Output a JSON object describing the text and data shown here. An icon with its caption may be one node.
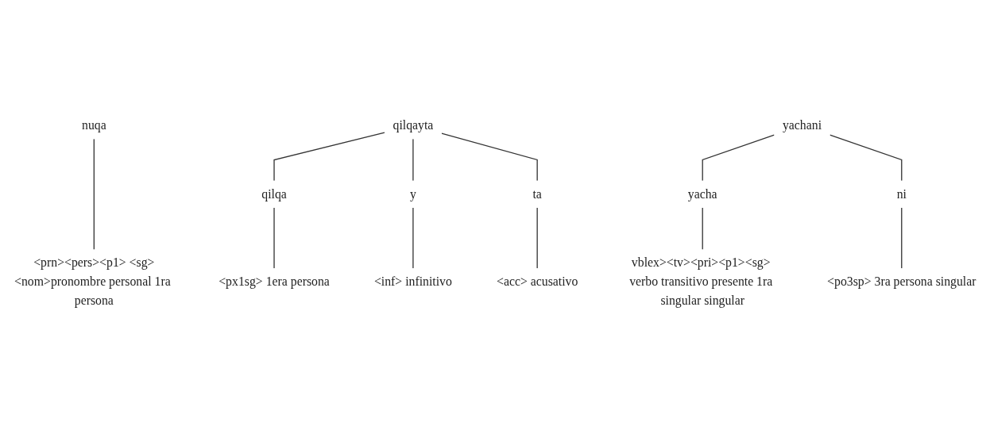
{
  "diagram": {
    "nodes": [
      {
        "text": [
          "nuqa"
        ]
      },
      {
        "text": [
          "qilqayta"
        ]
      },
      {
        "text": [
          "yachani"
        ]
      },
      {
        "text": [
          "qilqa"
        ]
      },
      {
        "text": [
          "y"
        ]
      },
      {
        "text": [
          "ta"
        ]
      },
      {
        "text": [
          "yacha"
        ]
      },
      {
        "text": [
          "ni"
        ]
      },
      {
        "text": [
          "<prn><pers><p1> <sg><nom>pronombre personal 1ra persona"
        ]
      },
      {
        "text": [
          "<px1sg> 1era persona"
        ]
      },
      {
        "text": [
          "<inf> infinitivo"
        ]
      },
      {
        "text": [
          "<acc> acusativo"
        ]
      },
      {
        "text": [
          "vblex><tv><pri><p1><sg> verbo transitivo presente 1ra singular singular"
        ]
      },
      {
        "text": [
          "<po3sp> 3ra persona singular"
        ]
      }
    ],
    "edges": [
      {
        "from": 0,
        "to": 8,
        "arrow": "none"
      },
      {
        "from": 1,
        "to": 3,
        "arrow": "none"
      },
      {
        "from": 1,
        "to": 4,
        "arrow": "none"
      },
      {
        "from": 1,
        "to": 5,
        "arrow": "none"
      },
      {
        "from": 2,
        "to": 6,
        "arrow": "none"
      },
      {
        "from": 2,
        "to": 7,
        "arrow": "none"
      },
      {
        "from": 3,
        "to": 9,
        "arrow": "none"
      },
      {
        "from": 4,
        "to": 10,
        "arrow": "none"
      },
      {
        "from": 5,
        "to": 11,
        "arrow": "none"
      },
      {
        "from": 6,
        "to": 12,
        "arrow": "none"
      },
      {
        "from": 7,
        "to": 13,
        "arrow": "none"
      }
    ]
  }
}
